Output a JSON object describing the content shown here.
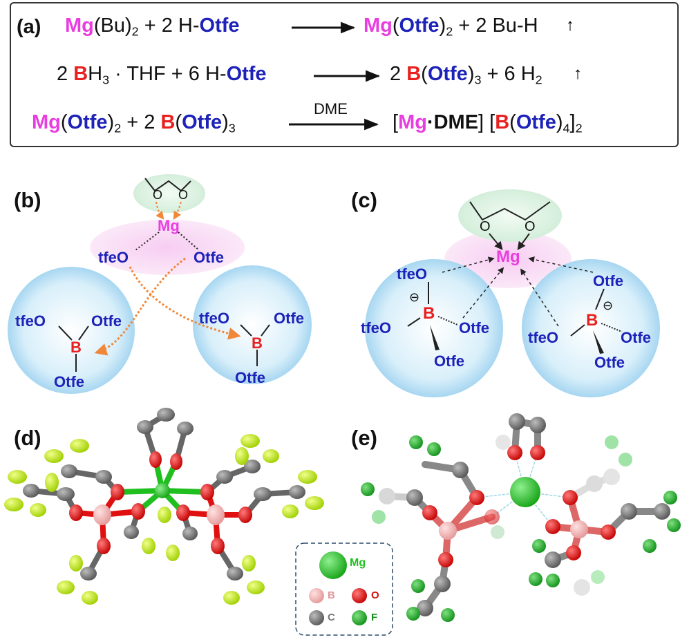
{
  "equations": {
    "label": "(a)",
    "eq1": {
      "mg": "Mg",
      "bu2": "(Bu)",
      "sub2": "2",
      "plus": " + 2 H-",
      "otfe": "Otfe",
      "prod_mg": "Mg",
      "prod_open": "(",
      "prod_otfe": "Otfe",
      "prod_close": ")",
      "prod_sub": "2",
      "prod_rest": " + 2 Bu-H"
    },
    "eq2": {
      "lead": "2 ",
      "b": "B",
      "h3": "H",
      "sub3": "3",
      "thf": " · THF + 6 H-",
      "otfe": "Otfe",
      "prod_lead": "2 ",
      "prod_b": "B",
      "prod_open": "(",
      "prod_otfe": "Otfe",
      "prod_close": ")",
      "prod_sub": "3",
      "prod_rest": " + 6 H",
      "prod_sub2": "2"
    },
    "eq3": {
      "mg": "Mg",
      "open": "(",
      "otfe": "Otfe",
      "close": ")",
      "sub2": "2",
      "plus": " + 2 ",
      "b": "B",
      "open2": "(",
      "otfe2": "Otfe",
      "close2": ")",
      "sub3": "3",
      "solvent": "DME",
      "br1": "[",
      "pmg": "Mg",
      "pdme": "·DME",
      "br2": "] [",
      "pb": "B",
      "popen": "(",
      "potfe": "Otfe",
      "pclose": ")",
      "psub4": "4",
      "br3": "]",
      "psub2": "2"
    }
  },
  "panel_b": {
    "label": "(b)",
    "mg": "Mg",
    "left_o": "tfeO",
    "right_o": "Otfe",
    "boron_left": {
      "b": "B",
      "tl": "tfeO",
      "tr": "Otfe",
      "bottom": "Otfe"
    },
    "boron_right": {
      "b": "B",
      "tl": "tfeO",
      "tr": "Otfe",
      "bottom": "Otfe"
    }
  },
  "panel_c": {
    "label": "(c)",
    "mg": "Mg",
    "boron_left": {
      "b": "B",
      "charge": "⊖",
      "top": "tfeO",
      "left": "tfeO",
      "right": "Otfe",
      "bottom": "Otfe"
    },
    "boron_right": {
      "b": "B",
      "charge": "⊖",
      "top": "Otfe",
      "left": "tfeO",
      "right": "Otfe",
      "bottom": "Otfe"
    }
  },
  "panel_d": {
    "label": "(d)"
  },
  "panel_e": {
    "label": "(e)"
  },
  "legend": {
    "mg": "Mg",
    "b": "B",
    "o": "O",
    "c": "C",
    "f": "F"
  },
  "colors": {
    "magnesium": "#e83ee0",
    "otfe": "#1d22b8",
    "boron": "#e8201f",
    "atom_mg": "#1fbf1f",
    "atom_b": "#f2a9a9",
    "atom_o": "#e01010",
    "atom_c": "#707070",
    "atom_f_d": "#c8ee1a",
    "atom_f_e": "#1faa2a",
    "arrow_orange": "#f0883a"
  }
}
